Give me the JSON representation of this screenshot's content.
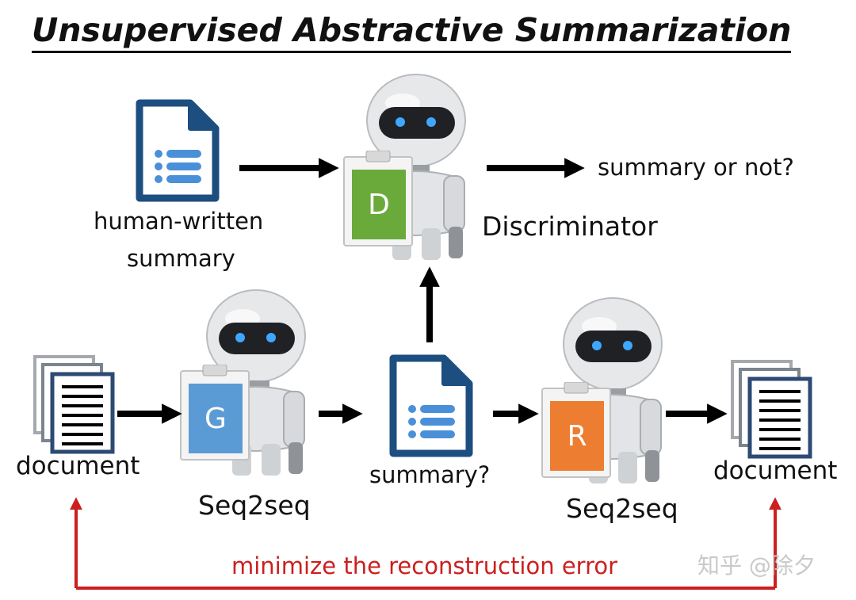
{
  "title": "Unsupervised Abstractive Summarization",
  "labels": {
    "human_written_line1": "human-written",
    "human_written_line2": "summary",
    "discriminator": "Discriminator",
    "summary_or_not": "summary or not?",
    "document_left": "document",
    "seq2seq_g": "Seq2seq",
    "summary_q": "summary?",
    "seq2seq_r": "Seq2seq",
    "document_right": "document",
    "reconstruction": "minimize the reconstruction error"
  },
  "badges": {
    "discriminator": {
      "letter": "D",
      "color": "#6aaa3a"
    },
    "generator": {
      "letter": "G",
      "color": "#5b9bd5"
    },
    "reconstructor": {
      "letter": "R",
      "color": "#ed7d31"
    }
  },
  "watermark": "知乎 @除夕",
  "colors": {
    "arrow": "#000000",
    "feedback": "#cc1f1f",
    "doc_icon": "#1c4e80",
    "doc_lines": "#4a90d9"
  }
}
